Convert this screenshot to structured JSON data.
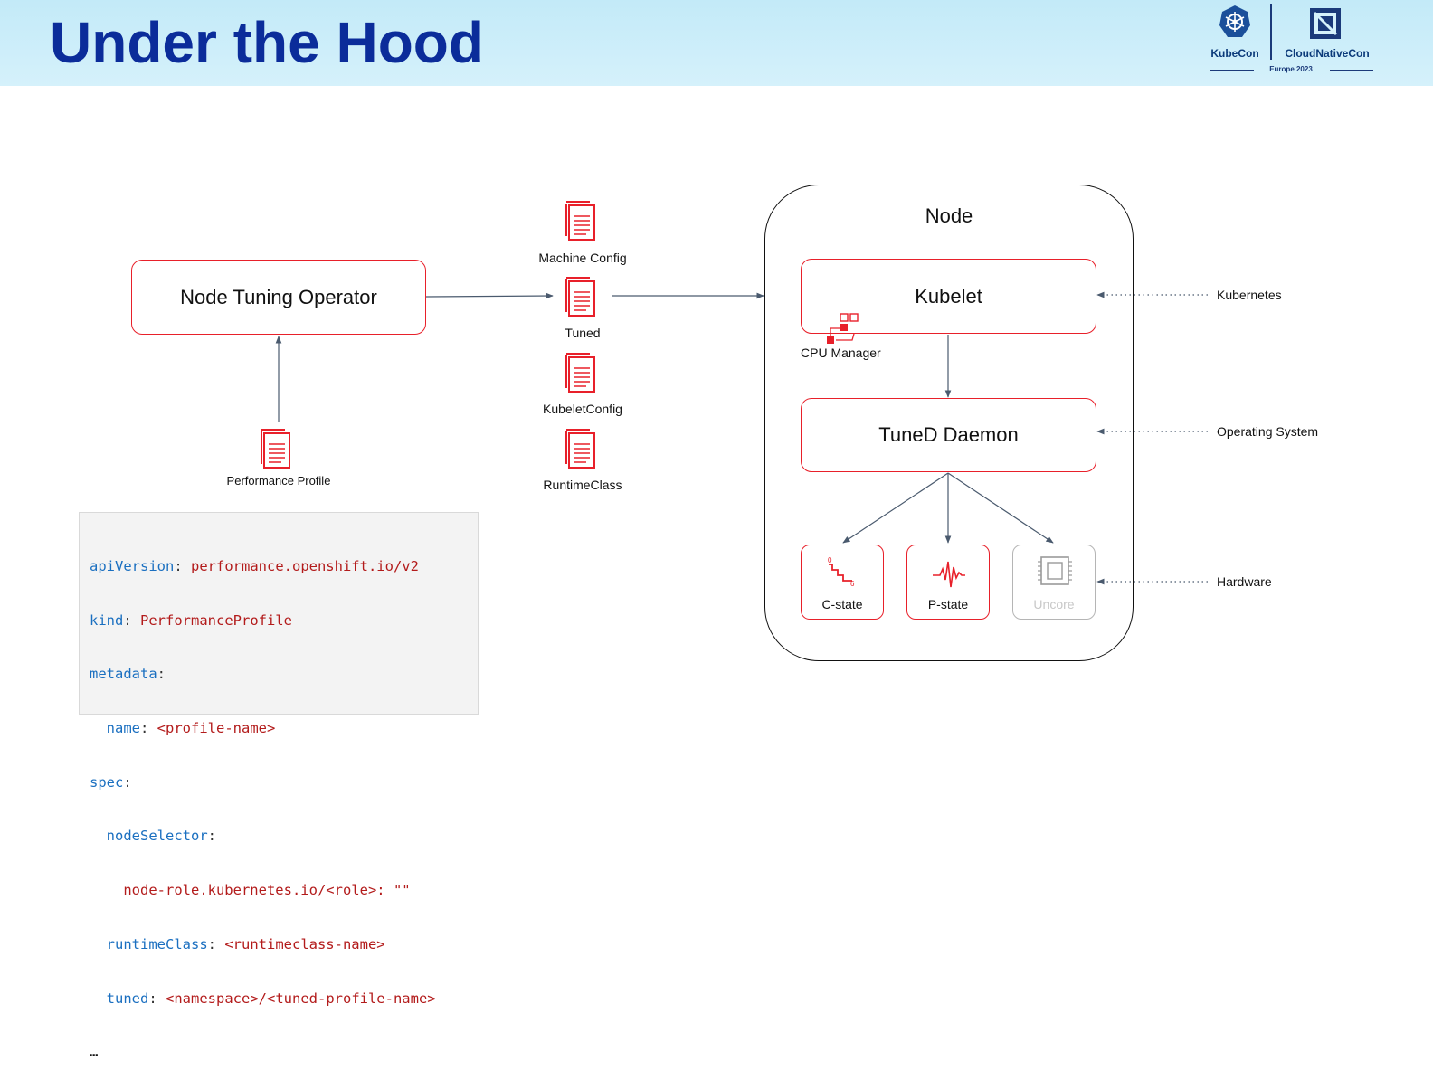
{
  "header": {
    "title": "Under the Hood",
    "logo": {
      "left_text": "KubeCon",
      "right_text": "CloudNativeCon",
      "sub_text": "Europe 2023",
      "kubecon_icon": "helm-wheel-icon",
      "cncf_icon": "cncf-icon"
    }
  },
  "colors": {
    "title": "#0b2c9a",
    "accent_red": "#e8202a",
    "header_bg": "#c3eaf8",
    "code_key": "#1a6fc0",
    "code_value": "#b31b1b",
    "disabled": "#b5b5b5"
  },
  "diagram": {
    "operator": "Node Tuning Operator",
    "profile_doc": "Performance Profile",
    "generated_docs": [
      "Machine Config",
      "Tuned",
      "KubeletConfig",
      "RuntimeClass"
    ],
    "node": {
      "label": "Node",
      "kubelet": "Kubelet",
      "cpu_manager": "CPU Manager",
      "tuned_daemon": "TuneD Daemon",
      "hardware": [
        {
          "label": "C-state",
          "icon": "c-state-steps-icon",
          "enabled": true,
          "step_start": "0",
          "step_end": "6"
        },
        {
          "label": "P-state",
          "icon": "p-state-wave-icon",
          "enabled": true
        },
        {
          "label": "Uncore",
          "icon": "uncore-chip-icon",
          "enabled": false
        }
      ]
    },
    "layers": [
      "Kubernetes",
      "Operating System",
      "Hardware"
    ]
  },
  "code": {
    "lines": [
      {
        "indent": "",
        "key": "apiVersion",
        "value": "performance.openshift.io/v2"
      },
      {
        "indent": "",
        "key": "kind",
        "value": "PerformanceProfile"
      },
      {
        "indent": "",
        "key": "metadata",
        "value": ""
      },
      {
        "indent": "  ",
        "key": "name",
        "value": "<profile-name>"
      },
      {
        "indent": "",
        "key": "spec",
        "value": ""
      },
      {
        "indent": "  ",
        "key": "nodeSelector",
        "value": ""
      },
      {
        "indent": "    ",
        "key": "",
        "value": "node-role.kubernetes.io/<role>: \"\""
      },
      {
        "indent": "  ",
        "key": "runtimeClass",
        "value": "<runtimeclass-name>"
      },
      {
        "indent": "  ",
        "key": "tuned",
        "value": "<namespace>/<tuned-profile-name>"
      }
    ],
    "ellipsis": "…"
  }
}
